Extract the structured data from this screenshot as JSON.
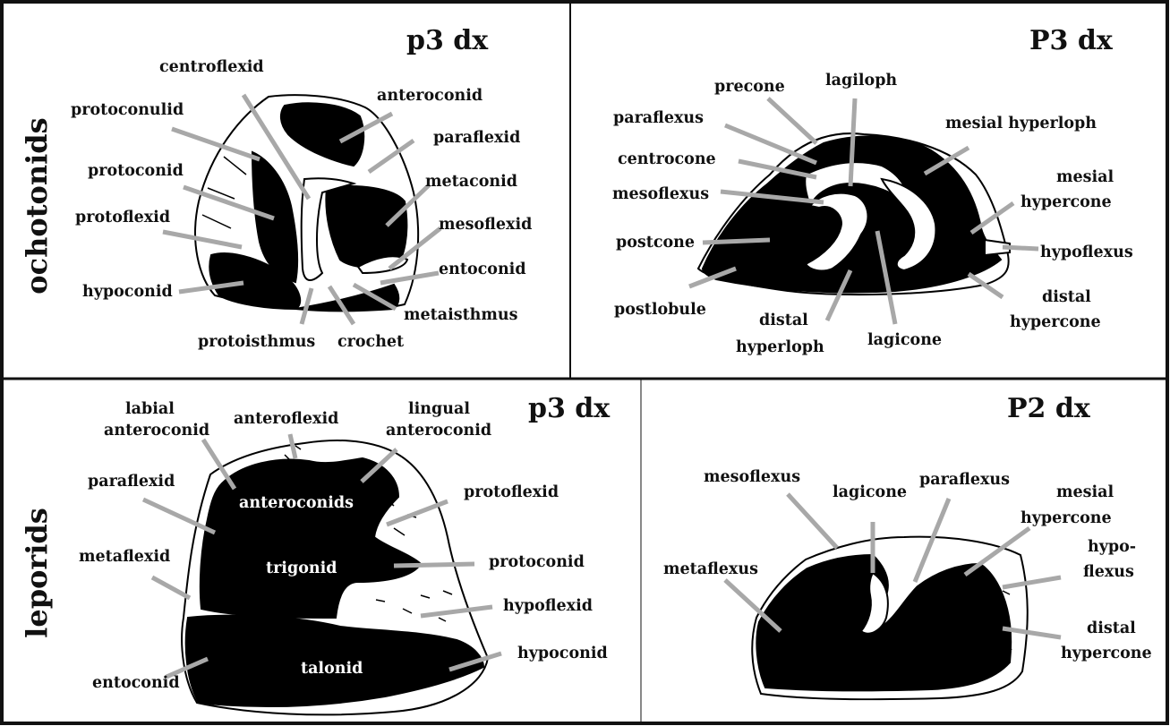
{
  "side_labels": {
    "top": "ochotonids",
    "bottom": "leporids"
  },
  "panels": {
    "tl": {
      "title": "p3 dx",
      "labels": {
        "centroflexid": "centroflexid",
        "anteroconid": "anteroconid",
        "protoconulid": "protoconulid",
        "paraflexid": "paraflexid",
        "protoconid": "protoconid",
        "metaconid": "metaconid",
        "protoflexid": "protoflexid",
        "mesoflexid": "mesoflexid",
        "entoconid": "entoconid",
        "hypoconid": "hypoconid",
        "metaisthmus": "metaisthmus",
        "protoisthmus": "protoisthmus",
        "crochet": "crochet"
      }
    },
    "tr": {
      "title": "P3 dx",
      "labels": {
        "lagiloph": "lagiloph",
        "precone": "precone",
        "paraflexus": "paraflexus",
        "mesial_hyperloph": "mesial hyperloph",
        "centrocone": "centrocone",
        "mesial_hypercone_1": "mesial",
        "mesial_hypercone_2": "hypercone",
        "mesoflexus": "mesoflexus",
        "postcone": "postcone",
        "hypoflexus": "hypoflexus",
        "postlobule": "postlobule",
        "distal_hyperloph_1": "distal",
        "distal_hyperloph_2": "hyperloph",
        "lagicone": "lagicone",
        "distal_hypercone_1": "distal",
        "distal_hypercone_2": "hypercone"
      }
    },
    "bl": {
      "title": "p3 dx",
      "labels": {
        "labial_anteroconid_1": "labial",
        "labial_anteroconid_2": "anteroconid",
        "anteroflexid": "anteroflexid",
        "lingual_anteroconid_1": "lingual",
        "lingual_anteroconid_2": "anteroconid",
        "paraflexid": "paraflexid",
        "anteroconids": "anteroconids",
        "protoflexid": "protoflexid",
        "trigonid": "trigonid",
        "metaflexid": "metaflexid",
        "protoconid": "protoconid",
        "hypoflexid": "hypoflexid",
        "talonid": "talonid",
        "hypoconid": "hypoconid",
        "entoconid": "entoconid"
      }
    },
    "br": {
      "title": "P2 dx",
      "labels": {
        "mesoflexus": "mesoflexus",
        "lagicone": "lagicone",
        "paraflexus": "paraflexus",
        "mesial_hypercone_1": "mesial",
        "mesial_hypercone_2": "hypercone",
        "hypoflexus_1": "hypo-",
        "hypoflexus_2": "flexus",
        "metaflexus": "metaflexus",
        "distal_hypercone_1": "distal",
        "distal_hypercone_2": "hypercone"
      }
    }
  }
}
